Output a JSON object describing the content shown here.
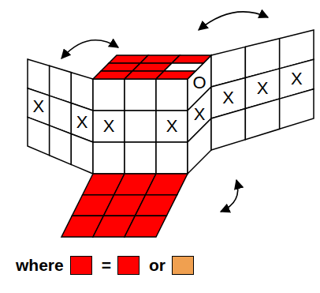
{
  "diagram": {
    "labels": [
      "X",
      "X",
      "X",
      "X",
      "O",
      "X",
      "X",
      "X",
      "X"
    ],
    "legend": [
      {
        "text": "where",
        "color": "#ff0000"
      },
      {
        "text": "=",
        "color": "#ff0000"
      },
      {
        "text": "or",
        "color": "#f0a050"
      }
    ]
  }
}
